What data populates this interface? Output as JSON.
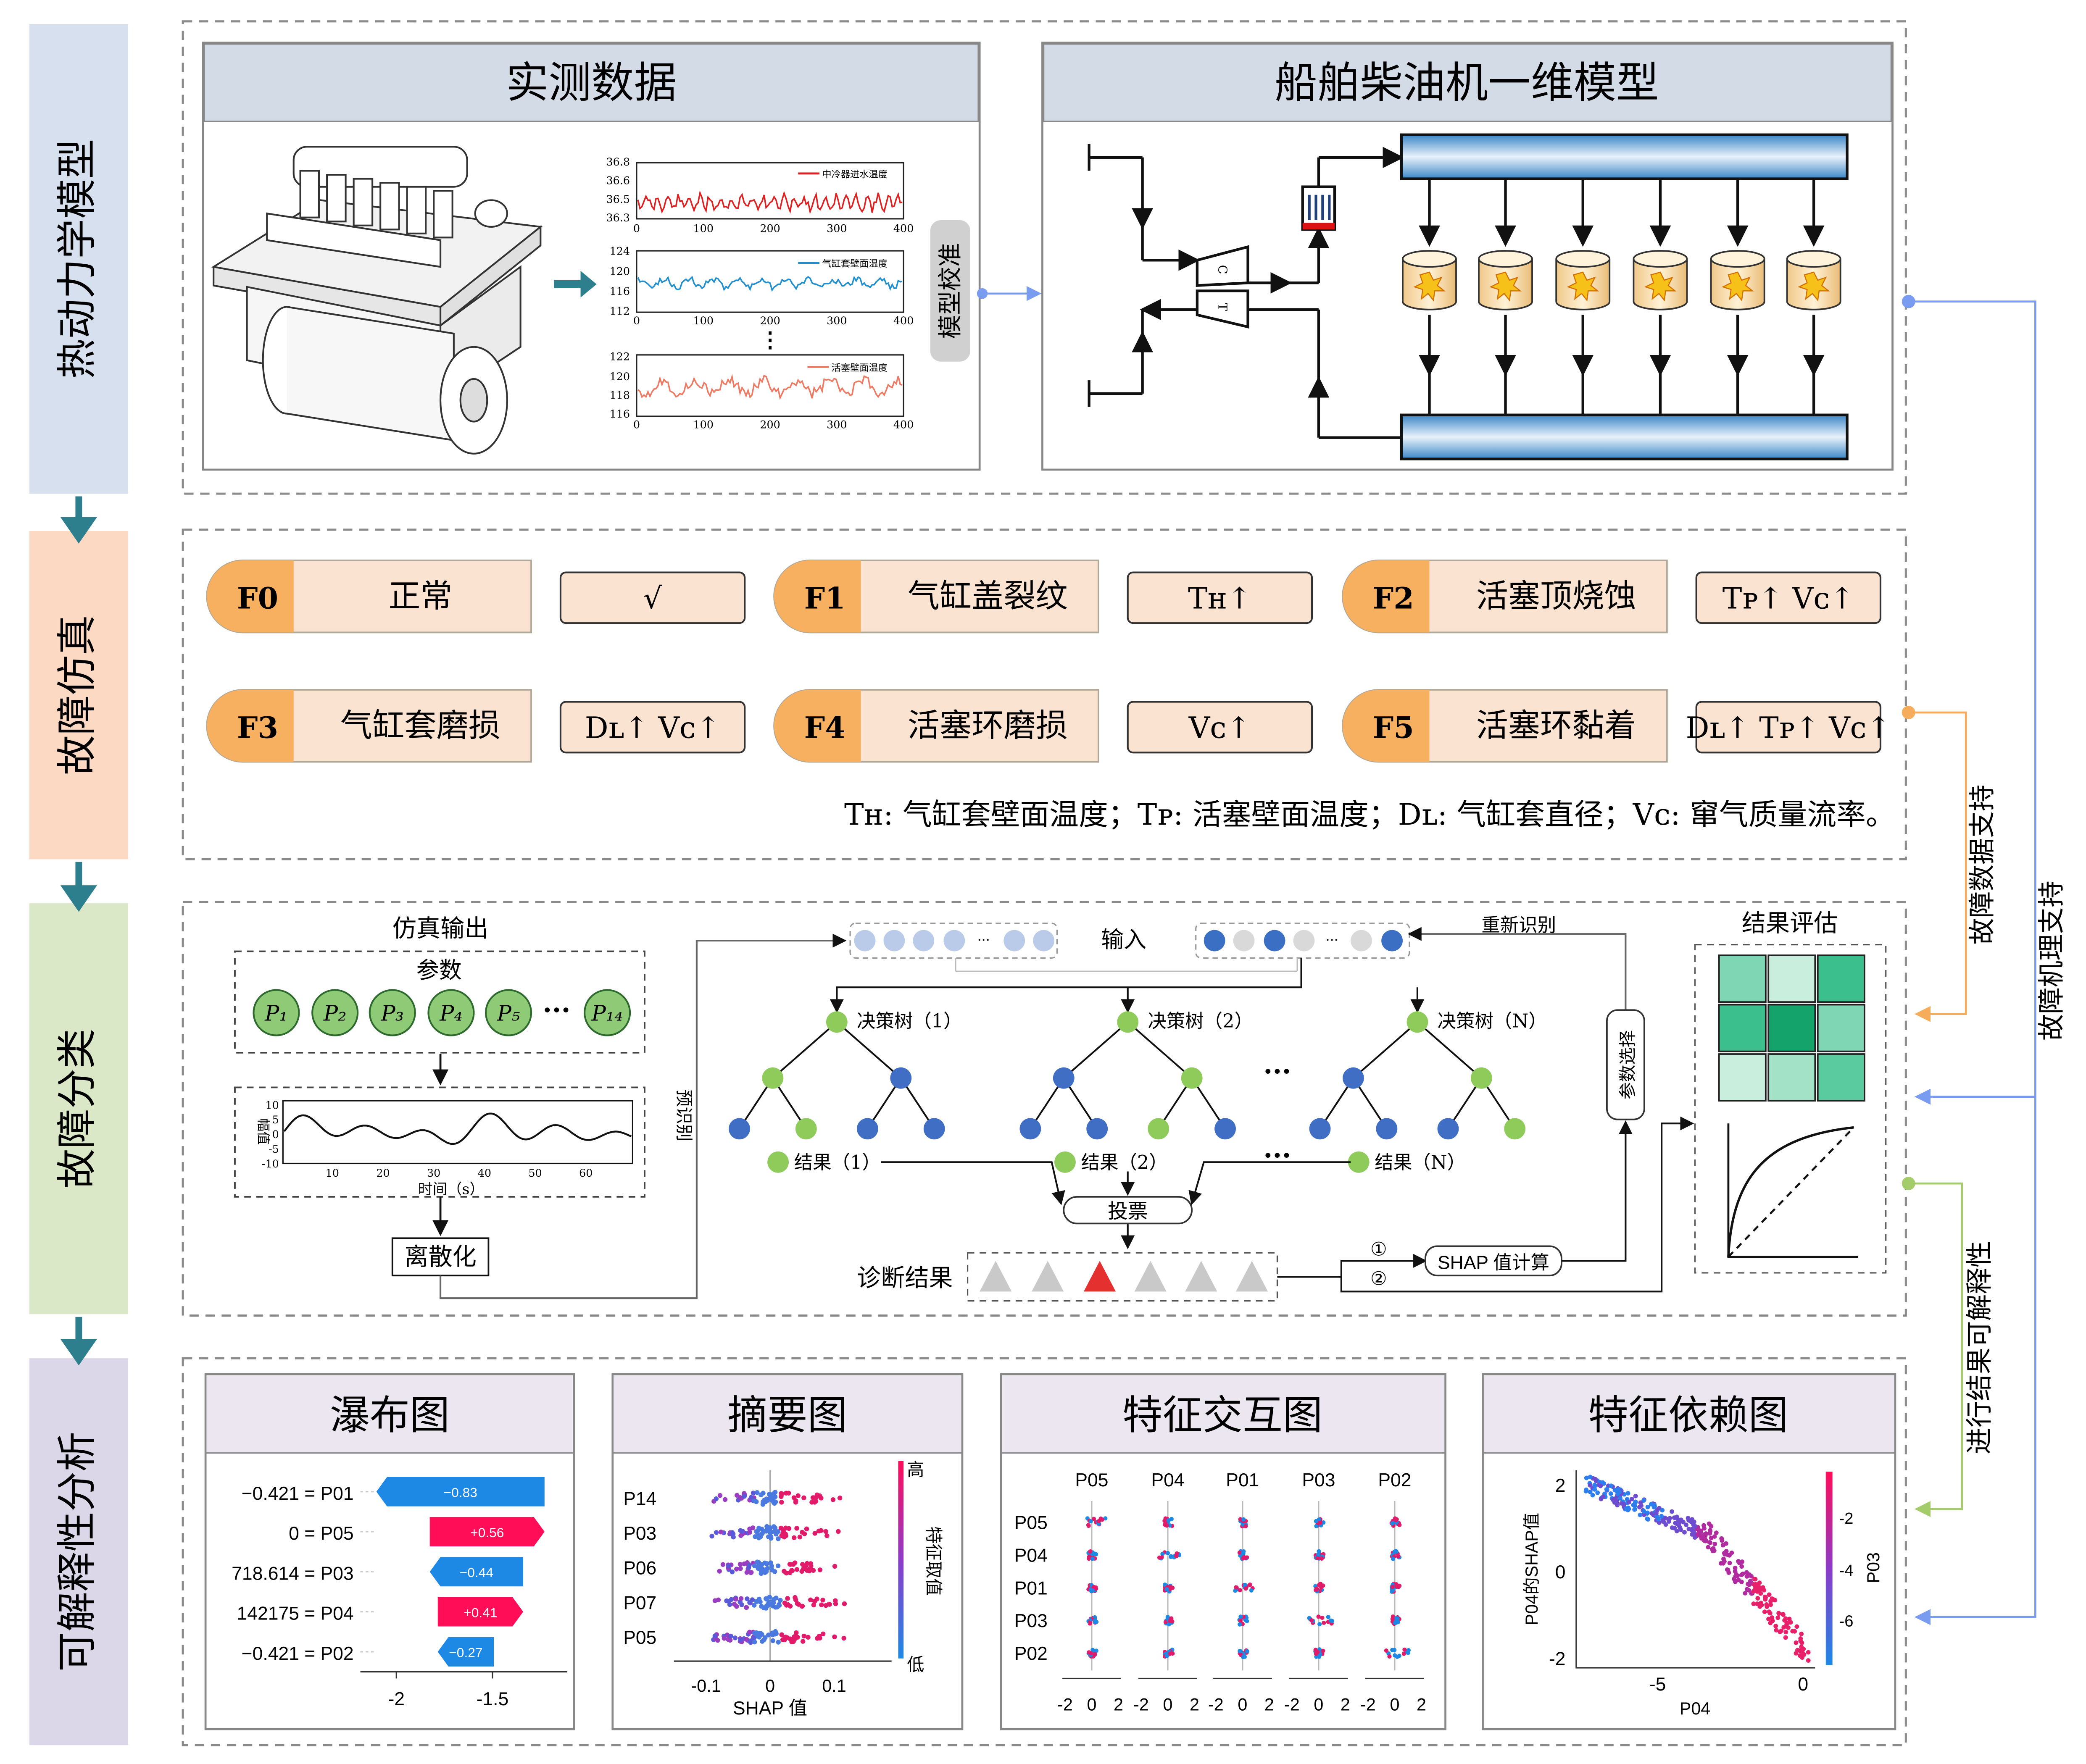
{
  "stages": [
    {
      "label": "热动力学模型",
      "color": "#d6e0ee"
    },
    {
      "label": "故障仿真",
      "color": "#fbd9c2"
    },
    {
      "label": "故障分类",
      "color": "#dbe8c8"
    },
    {
      "label": "可解释性分析",
      "color": "#dcd7e8"
    }
  ],
  "measured": {
    "title": "实测数据",
    "calibration": "模型校准",
    "plot1": {
      "legend": "中冷器进水温度",
      "yticks": [
        "36.8",
        "36.6",
        "36.5",
        "36.3"
      ],
      "xticks": [
        "0",
        "100",
        "200",
        "300",
        "400"
      ]
    },
    "plot2": {
      "legend": "气缸套壁面温度",
      "yticks": [
        "124",
        "120",
        "116",
        "112"
      ],
      "xticks": [
        "0",
        "100",
        "200",
        "300",
        "400"
      ]
    },
    "plot3": {
      "legend": "活塞壁面温度",
      "yticks": [
        "122",
        "120",
        "118",
        "116"
      ],
      "xticks": [
        "0",
        "100",
        "200",
        "300",
        "400"
      ]
    },
    "dots": "⋮"
  },
  "model": {
    "title": "船舶柴油机一维模型",
    "compressor": "C",
    "turbine": "T"
  },
  "faults": [
    {
      "code": "F0",
      "name": "正常",
      "effect": "√"
    },
    {
      "code": "F1",
      "name": "气缸盖裂纹",
      "effect": "Tн↑"
    },
    {
      "code": "F2",
      "name": "活塞顶烧蚀",
      "effect": "Tᴘ↑  Vᴄ↑"
    },
    {
      "code": "F3",
      "name": "气缸套磨损",
      "effect": "Dʟ↑  Vᴄ↑"
    },
    {
      "code": "F4",
      "name": "活塞环磨损",
      "effect": "Vᴄ↑"
    },
    {
      "code": "F5",
      "name": "活塞环黏着",
      "effect": "Dʟ↑ Tᴘ↑ Vᴄ↑"
    }
  ],
  "fault_note": "Tн: 气缸套壁面温度；Tᴘ: 活塞壁面温度；Dʟ: 气缸套直径；Vᴄ: 窜气质量流率。",
  "classification": {
    "sim_output": "仿真输出",
    "params": "参数",
    "param_items": [
      "P₁",
      "P₂",
      "P₃",
      "P₄",
      "P₅",
      "···",
      "P₁₄"
    ],
    "wave_ylabel": "幅值",
    "wave_xlabel": "时间（s）",
    "wave_yticks": [
      "10",
      "5",
      "0",
      "-5",
      "-10"
    ],
    "wave_xticks": [
      "10",
      "20",
      "30",
      "40",
      "50",
      "60"
    ],
    "discretize": "离散化",
    "pre_identify": "预识别",
    "input": "输入",
    "reidentify": "重新识别",
    "param_select": "参数选择",
    "trees": [
      "决策树（1）",
      "决策树（2）",
      "决策树（N）"
    ],
    "results": [
      "结果（1）",
      "结果（2）",
      "结果（N）"
    ],
    "ellipsis": "···",
    "vote": "投票",
    "diag_result": "诊断结果",
    "shap_calc": "SHAP 值计算",
    "step1": "①",
    "step2": "②",
    "eval": "结果评估"
  },
  "side_labels": {
    "fault_data": "故障数据支持",
    "fault_mech": "故障机理支持",
    "interpret": "进行结果可解释性"
  },
  "shap": {
    "waterfall": {
      "title": "瀑布图",
      "rows": [
        {
          "label": "−0.421 = P01",
          "value": "−0.83",
          "color": "#1e88e5"
        },
        {
          "label": "0 = P05",
          "value": "+0.56",
          "color": "#ff0d57"
        },
        {
          "label": "718.614 = P03",
          "value": "−0.44",
          "color": "#1e88e5"
        },
        {
          "label": "142175 = P04",
          "value": "+0.41",
          "color": "#ff0d57"
        },
        {
          "label": "−0.421 = P02",
          "value": "−0.27",
          "color": "#1e88e5"
        }
      ],
      "xticks": [
        "-2",
        "-1.5"
      ]
    },
    "summary": {
      "title": "摘要图",
      "features": [
        "P14",
        "P03",
        "P06",
        "P07",
        "P05"
      ],
      "xticks": [
        "-0.1",
        "0",
        "0.1"
      ],
      "xlabel": "SHAP 值",
      "high": "高",
      "low": "低",
      "cbar_label": "特征取值"
    },
    "interaction": {
      "title": "特征交互图",
      "cols": [
        "P05",
        "P04",
        "P01",
        "P03",
        "P02"
      ],
      "rows": [
        "P05",
        "P04",
        "P01",
        "P03",
        "P02"
      ],
      "ticks": [
        "-2",
        "0",
        "2"
      ]
    },
    "dependence": {
      "title": "特征依赖图",
      "ylabel": "P04的SHAP值",
      "xlabel": "P04",
      "yticks": [
        "2",
        "0",
        "-2"
      ],
      "xticks": [
        "-5",
        "0"
      ],
      "cbar_ticks": [
        "-2",
        "-4",
        "-6"
      ],
      "cbar_label": "P03"
    }
  }
}
